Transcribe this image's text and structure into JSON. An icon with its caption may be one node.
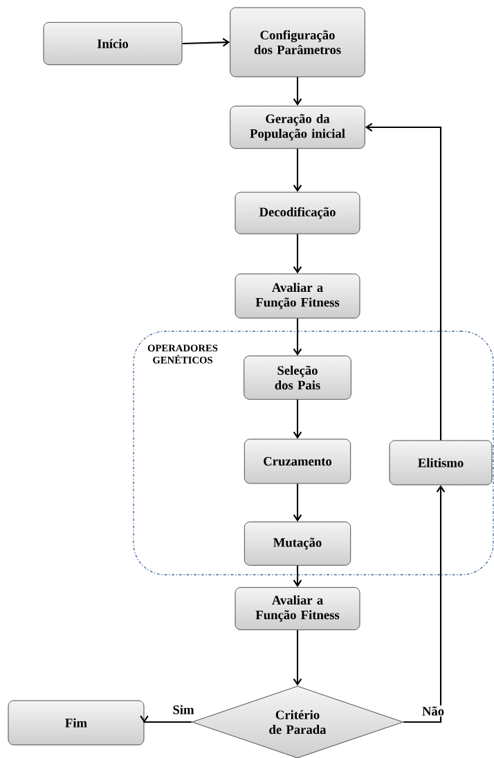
{
  "diagram": {
    "nodes": [
      {
        "text": [
          "Início"
        ]
      },
      {
        "text": [
          "Configuração dos Parâmetros"
        ]
      },
      {
        "text": [
          "Geração da População inicial"
        ]
      },
      {
        "text": [
          "Decodificação"
        ]
      },
      {
        "text": [
          "Avaliar a Função Fitness"
        ]
      },
      {
        "text": [
          "OPERADORES GENÉTICOS"
        ]
      },
      {
        "text": [
          "Seleção dos Pais"
        ],
        "in": 5
      },
      {
        "text": [
          "Cruzamento"
        ],
        "in": 5
      },
      {
        "text": [
          "Mutação"
        ],
        "in": 5
      },
      {
        "text": [
          "Elitismo"
        ],
        "in": 5
      },
      {
        "text": [
          "Avaliar a Função Fitness"
        ]
      },
      {
        "text": [
          "Critério de Parada"
        ]
      },
      {
        "text": [
          "Fim"
        ]
      }
    ],
    "edges": [
      {
        "from": 0,
        "to": 1,
        "arrow": "to"
      },
      {
        "from": 1,
        "to": 2,
        "arrow": "to"
      },
      {
        "from": 2,
        "to": 3,
        "arrow": "to"
      },
      {
        "from": 3,
        "to": 4,
        "arrow": "to"
      },
      {
        "from": 4,
        "to": 6,
        "arrow": "to"
      },
      {
        "from": 6,
        "to": 7,
        "arrow": "to"
      },
      {
        "from": 7,
        "to": 8,
        "arrow": "to"
      },
      {
        "from": 8,
        "to": 10,
        "arrow": "to"
      },
      {
        "from": 10,
        "to": 11,
        "arrow": "to"
      },
      {
        "from": 11,
        "to": 12,
        "label": "Sim",
        "arrow": "to"
      },
      {
        "from": 11,
        "to": 9,
        "label": "Não",
        "arrow": "to"
      },
      {
        "from": 9,
        "to": 2,
        "arrow": "to"
      }
    ]
  }
}
